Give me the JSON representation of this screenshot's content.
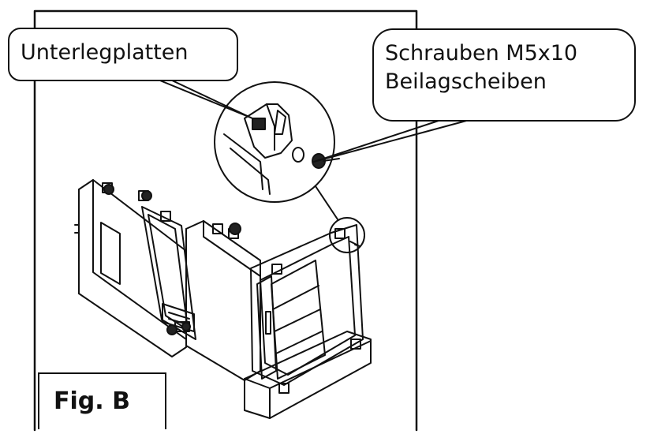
{
  "labels": {
    "shims": "Unterlegplatten",
    "screws": "Schrauben M5x10",
    "washers": "Beilagscheiben",
    "figure": "Fig. B"
  },
  "colors": {
    "line": "#111111",
    "background": "#ffffff"
  }
}
